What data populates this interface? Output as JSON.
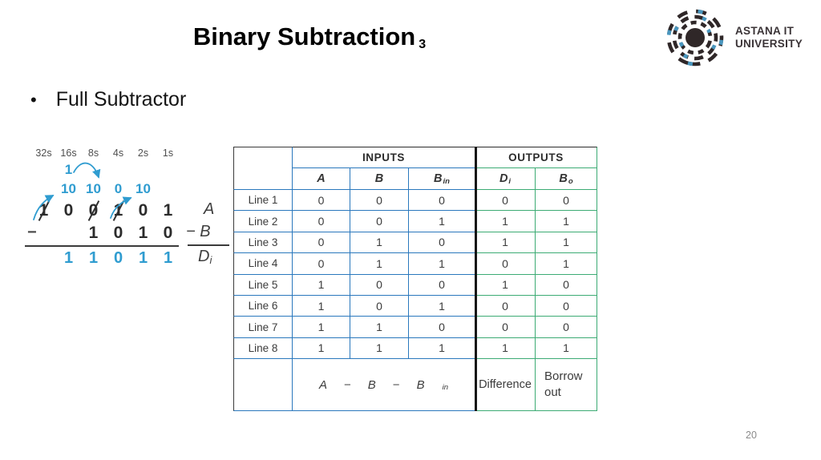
{
  "slide": {
    "title": "Binary Subtraction",
    "title_sub": "3",
    "bullet": "Full Subtractor",
    "page_number": "20"
  },
  "logo": {
    "line1": "ASTANA IT",
    "line2": "UNIVERSITY"
  },
  "colors": {
    "table_blue": "#2a78bd",
    "table_green": "#3cab74",
    "math_blue": "#2f9cd0",
    "logo_dark": "#2f2728",
    "logo_blue": "#4a97bf"
  },
  "math": {
    "place_headers": [
      "32s",
      "16s",
      "8s",
      "4s",
      "2s",
      "1s"
    ],
    "carry": "1",
    "borrow_row": [
      "",
      "10",
      "10",
      "0",
      "10",
      ""
    ],
    "minuend": [
      {
        "d": "1",
        "slashed": true
      },
      {
        "d": "0",
        "slashed": false
      },
      {
        "d": "0",
        "slashed": true
      },
      {
        "d": "1",
        "slashed": true
      },
      {
        "d": "0",
        "slashed": false
      },
      {
        "d": "1",
        "slashed": false
      }
    ],
    "minus_sign": "−",
    "subtrahend": [
      "",
      "",
      "1",
      "0",
      "1",
      "0"
    ],
    "difference": [
      "",
      "1",
      "1",
      "0",
      "1",
      "1"
    ],
    "label_minuend": "A",
    "label_subtrahend": "− B",
    "label_difference_base": "D",
    "label_difference_sub": "i"
  },
  "table": {
    "inputs_header": "INPUTS",
    "outputs_header": "OUTPUTS",
    "columns": [
      {
        "base": "A",
        "sub": ""
      },
      {
        "base": "B",
        "sub": ""
      },
      {
        "base": "B",
        "sub": "in"
      },
      {
        "base": "D",
        "sub": "i"
      },
      {
        "base": "B",
        "sub": "o"
      }
    ],
    "rows": [
      {
        "label": "Line 1",
        "values": [
          "0",
          "0",
          "0",
          "0",
          "0"
        ]
      },
      {
        "label": "Line 2",
        "values": [
          "0",
          "0",
          "1",
          "1",
          "1"
        ]
      },
      {
        "label": "Line 3",
        "values": [
          "0",
          "1",
          "0",
          "1",
          "1"
        ]
      },
      {
        "label": "Line 4",
        "values": [
          "0",
          "1",
          "1",
          "0",
          "1"
        ]
      },
      {
        "label": "Line 5",
        "values": [
          "1",
          "0",
          "0",
          "1",
          "0"
        ]
      },
      {
        "label": "Line 6",
        "values": [
          "1",
          "0",
          "1",
          "0",
          "0"
        ]
      },
      {
        "label": "Line 7",
        "values": [
          "1",
          "1",
          "0",
          "0",
          "0"
        ]
      },
      {
        "label": "Line 8",
        "values": [
          "1",
          "1",
          "1",
          "1",
          "1"
        ]
      }
    ],
    "footer": {
      "expression": [
        {
          "t": "A"
        },
        {
          "t": "−",
          "op": true
        },
        {
          "t": "B"
        },
        {
          "t": "−",
          "op": true
        },
        {
          "t": "B",
          "sub": "in"
        }
      ],
      "difference": "Difference",
      "borrow_out": "Borrow out"
    }
  }
}
